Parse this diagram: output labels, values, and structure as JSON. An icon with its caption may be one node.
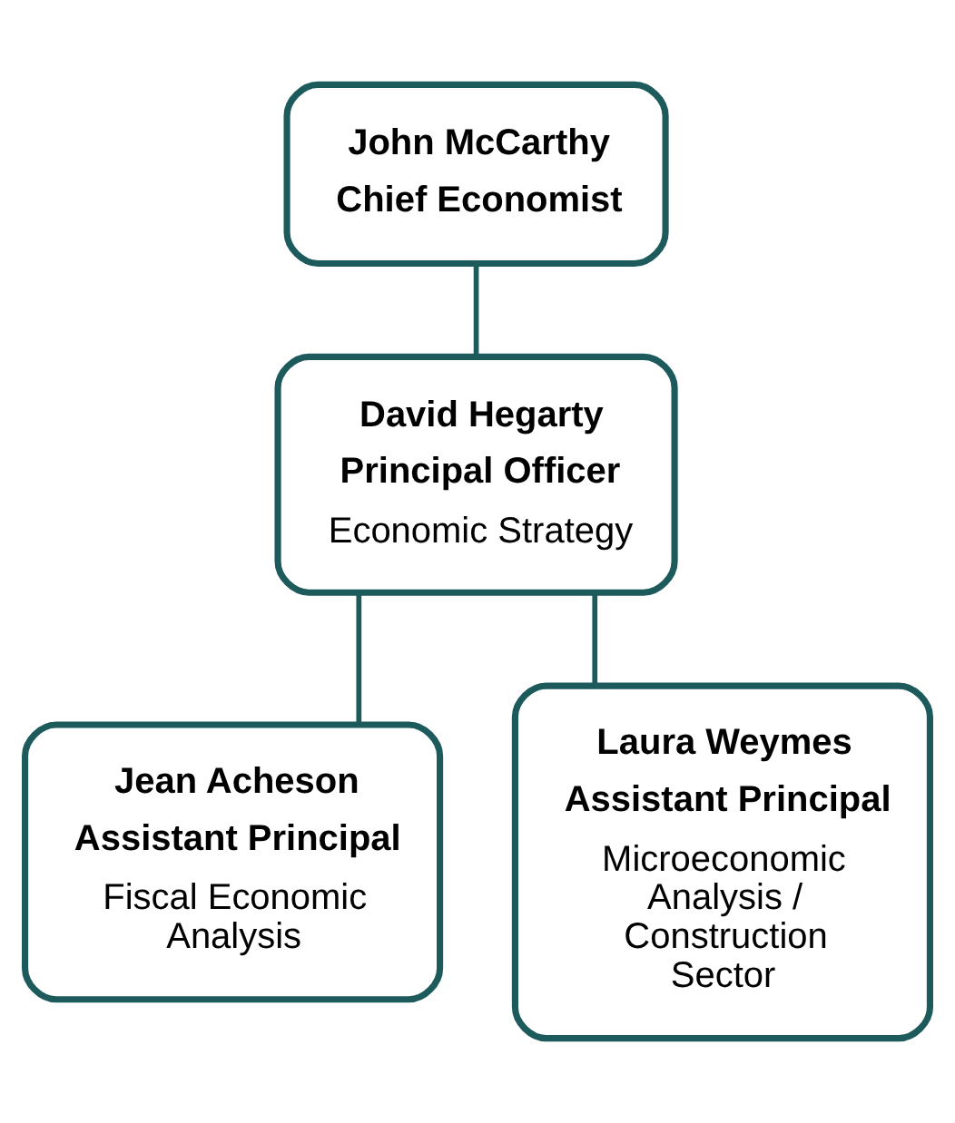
{
  "diagram": {
    "nodes": [
      {
        "text": [
          "John McCarthy",
          "Chief Economist"
        ]
      },
      {
        "text": [
          "David Hegarty",
          "Principal Officer",
          "Economic Strategy"
        ]
      },
      {
        "text": [
          "Jean Acheson",
          "Assistant Principal",
          "Fiscal Economic Analysis"
        ]
      },
      {
        "text": [
          "Laura Weymes",
          "Assistant Principal",
          "Microeconomic Analysis / Construction Sector"
        ]
      }
    ],
    "edges": [
      {
        "from": 0,
        "to": 1,
        "arrow": "none"
      },
      {
        "from": 1,
        "to": 2,
        "arrow": "none"
      },
      {
        "from": 1,
        "to": 3,
        "arrow": "none"
      }
    ]
  }
}
